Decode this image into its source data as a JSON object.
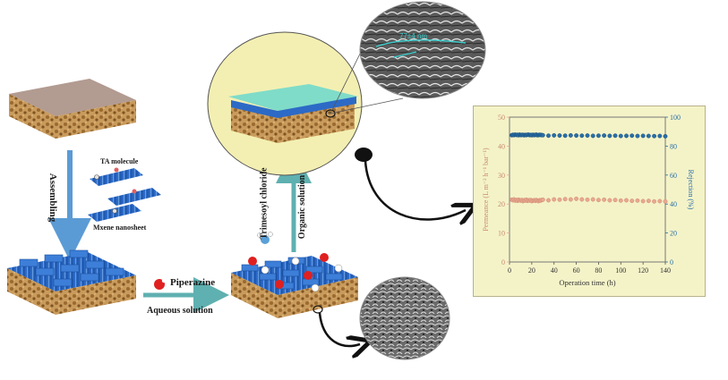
{
  "labels": {
    "assembling": "Assembling",
    "ta_molecule": "TA molecule",
    "mxene_nanosheet": "Mxene nanosheet",
    "piperazine": "Piperazine",
    "aqueous_solution": "Aqueous solution",
    "trimesoyl_chloride": "Trimesoyl chloride",
    "organic_solution": "Organic solution",
    "thickness": "77±4 nm"
  },
  "colors": {
    "substrate": "#c79a5a",
    "substrate_dark": "#8a5a26",
    "mxene_blue": "#2f6fc9",
    "film_teal": "#5fd3c8",
    "circle_fill": "#f3efb2",
    "chart_bg": "#f4f3c8",
    "permeance": "#e8a890",
    "rejection": "#2a6fa8",
    "arrow_blue": "#5b9bd5",
    "arrow_teal": "#5fb0b0"
  },
  "chart_data": {
    "type": "scatter",
    "xlabel": "Operation time (h)",
    "ylabel_left": "Permeance (L m⁻² h⁻¹ bar⁻¹)",
    "ylabel_right": "Rejection (%)",
    "xlim": [
      0,
      140
    ],
    "ylim_left": [
      0,
      50
    ],
    "ylim_right": [
      0,
      100
    ],
    "xticks": [
      0,
      20,
      40,
      60,
      80,
      100,
      120,
      140
    ],
    "yticks_left": [
      0,
      10,
      20,
      30,
      40,
      50
    ],
    "yticks_right": [
      0,
      20,
      40,
      60,
      80,
      100
    ],
    "grid": false,
    "series": [
      {
        "axis": "left",
        "color": "#e8a890",
        "x": [
          2,
          3,
          4,
          5,
          6,
          7,
          8,
          9,
          10,
          11,
          12,
          13,
          14,
          15,
          16,
          17,
          18,
          19,
          20,
          21,
          22,
          23,
          24,
          25,
          26,
          27,
          28,
          29,
          30,
          35,
          40,
          45,
          50,
          55,
          60,
          65,
          70,
          75,
          80,
          85,
          90,
          95,
          100,
          105,
          110,
          115,
          120,
          125,
          130,
          135,
          140
        ],
        "y": [
          21.5,
          21.3,
          21.6,
          21.2,
          21.4,
          21.1,
          21.5,
          21.3,
          21.2,
          21.4,
          21.0,
          21.3,
          21.2,
          21.5,
          21.1,
          21.3,
          21.2,
          21.4,
          21.0,
          21.2,
          21.3,
          21.1,
          21.4,
          21.2,
          21.0,
          21.3,
          21.2,
          21.4,
          21.5,
          21.3,
          21.6,
          21.5,
          21.7,
          21.6,
          21.8,
          21.6,
          21.5,
          21.6,
          21.4,
          21.5,
          21.3,
          21.4,
          21.2,
          21.3,
          21.1,
          21.2,
          21.0,
          21.1,
          20.9,
          21.0,
          20.9
        ]
      },
      {
        "axis": "right",
        "color": "#2a6fa8",
        "x": [
          2,
          3,
          4,
          5,
          6,
          7,
          8,
          9,
          10,
          11,
          12,
          13,
          14,
          15,
          16,
          17,
          18,
          19,
          20,
          21,
          22,
          23,
          24,
          25,
          26,
          27,
          28,
          29,
          30,
          35,
          40,
          45,
          50,
          55,
          60,
          65,
          70,
          75,
          80,
          85,
          90,
          95,
          100,
          105,
          110,
          115,
          120,
          125,
          130,
          135,
          140
        ],
        "y": [
          87.5,
          87.8,
          87.6,
          87.9,
          87.7,
          87.8,
          87.5,
          87.9,
          87.6,
          87.7,
          87.8,
          87.5,
          87.7,
          87.6,
          87.8,
          87.9,
          87.6,
          87.7,
          87.5,
          87.8,
          87.6,
          87.7,
          87.9,
          87.5,
          87.6,
          87.8,
          87.7,
          87.6,
          87.5,
          87.2,
          87.4,
          87.3,
          87.2,
          87.4,
          87.3,
          87.2,
          87.3,
          87.1,
          87.2,
          87.3,
          87.1,
          87.2,
          87.0,
          87.1,
          87.2,
          87.0,
          87.1,
          87.0,
          86.9,
          87.0,
          86.8
        ]
      }
    ]
  }
}
